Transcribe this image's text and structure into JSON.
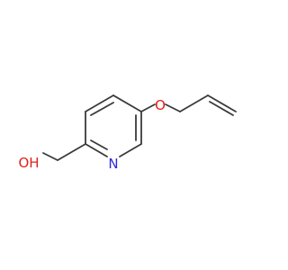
{
  "molecule": {
    "atoms": {
      "oxygen_ether": "O",
      "nitrogen_ring": "N",
      "hydroxyl": "OH"
    },
    "colors": {
      "bond": "#3a3a3a",
      "oxygen": "#e0201b",
      "nitrogen": "#2b2bd8"
    }
  }
}
